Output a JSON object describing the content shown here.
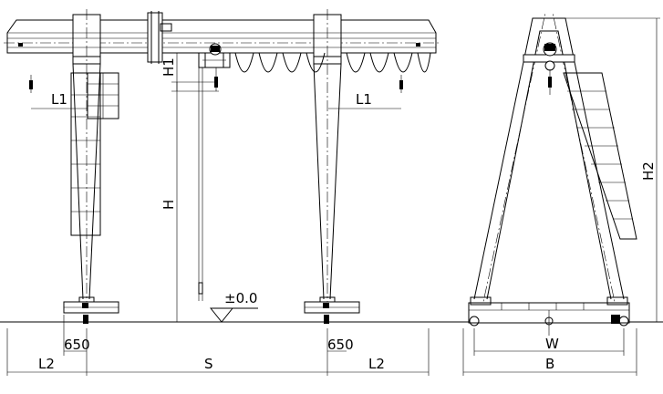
{
  "labels": {
    "h1": "H1",
    "l1_left": "L1",
    "l1_right": "L1",
    "h": "H",
    "h2": "H2",
    "elevation": "±0.0",
    "d650_left": "650",
    "d650_right": "650",
    "l2_left": "L2",
    "s": "S",
    "l2_right": "L2",
    "w": "W",
    "b": "B"
  }
}
